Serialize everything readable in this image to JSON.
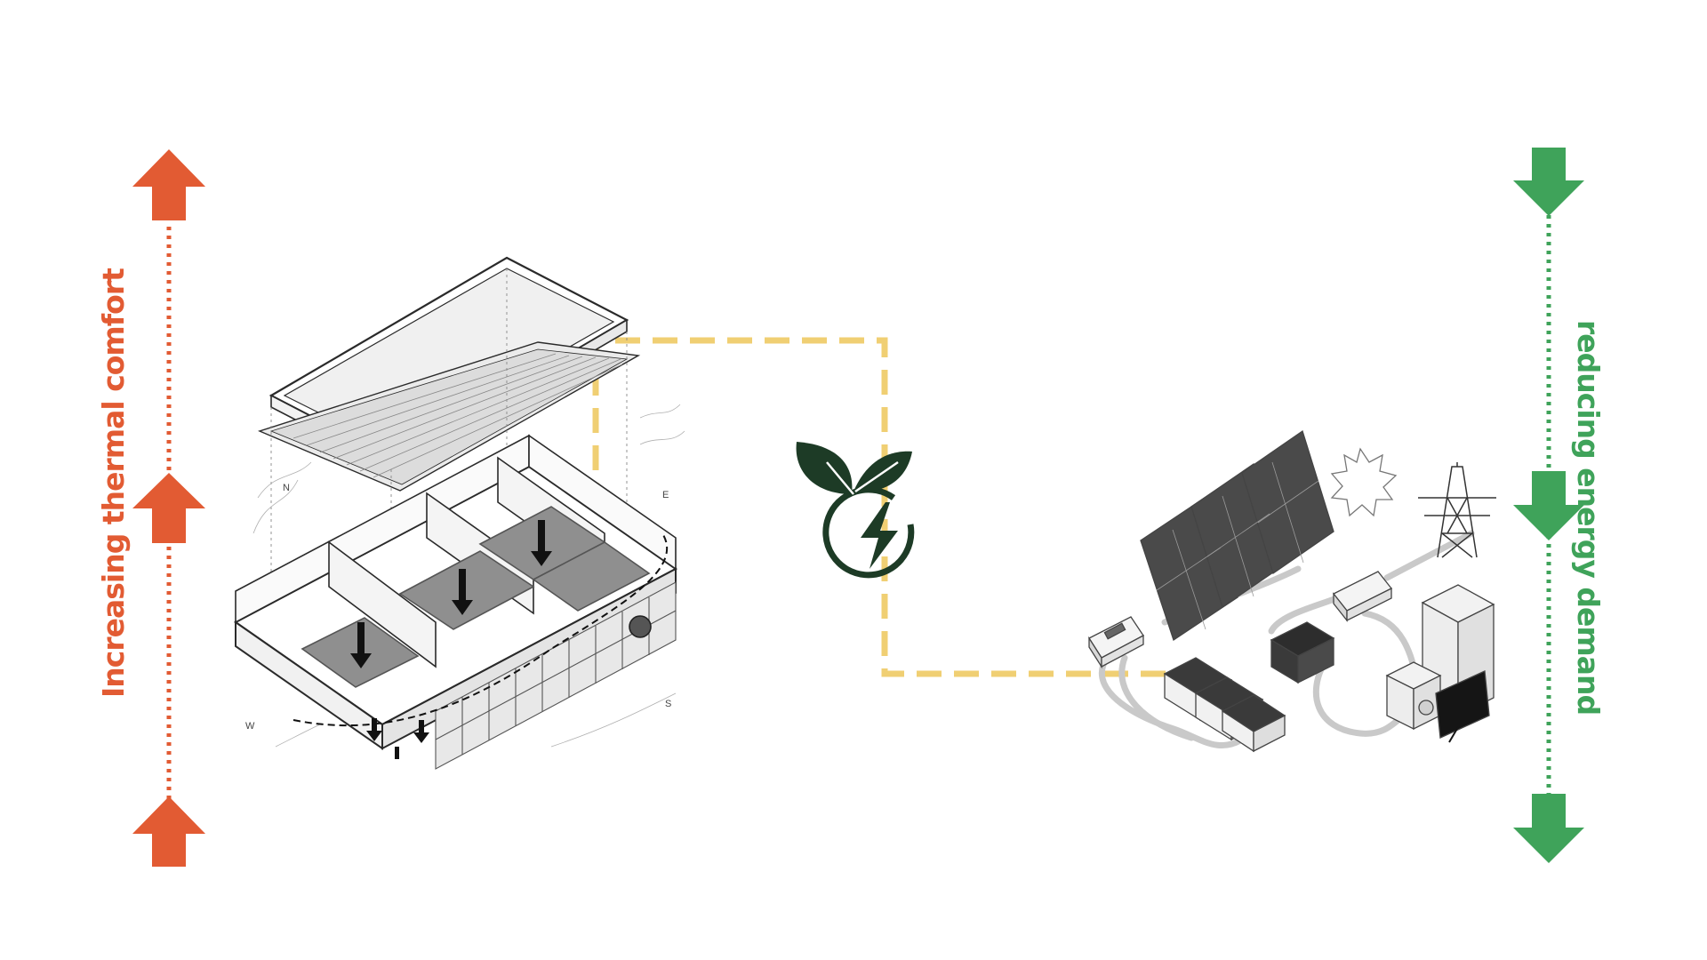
{
  "labels": {
    "left": "Increasing thermal comfort",
    "right": "reducing energy demand"
  },
  "compass": {
    "n": "N",
    "e": "E",
    "s": "S",
    "w": "W"
  },
  "colors": {
    "thermal": "#e25b33",
    "energy": "#3fa35a",
    "link": "#f0cf73",
    "icon": "#1d3b26",
    "line": "#2a2a2a"
  },
  "icons": {
    "left_arrows": "up-arrow-icon",
    "right_arrows": "down-arrow-icon",
    "center": "leaf-lightning-energy-icon"
  }
}
